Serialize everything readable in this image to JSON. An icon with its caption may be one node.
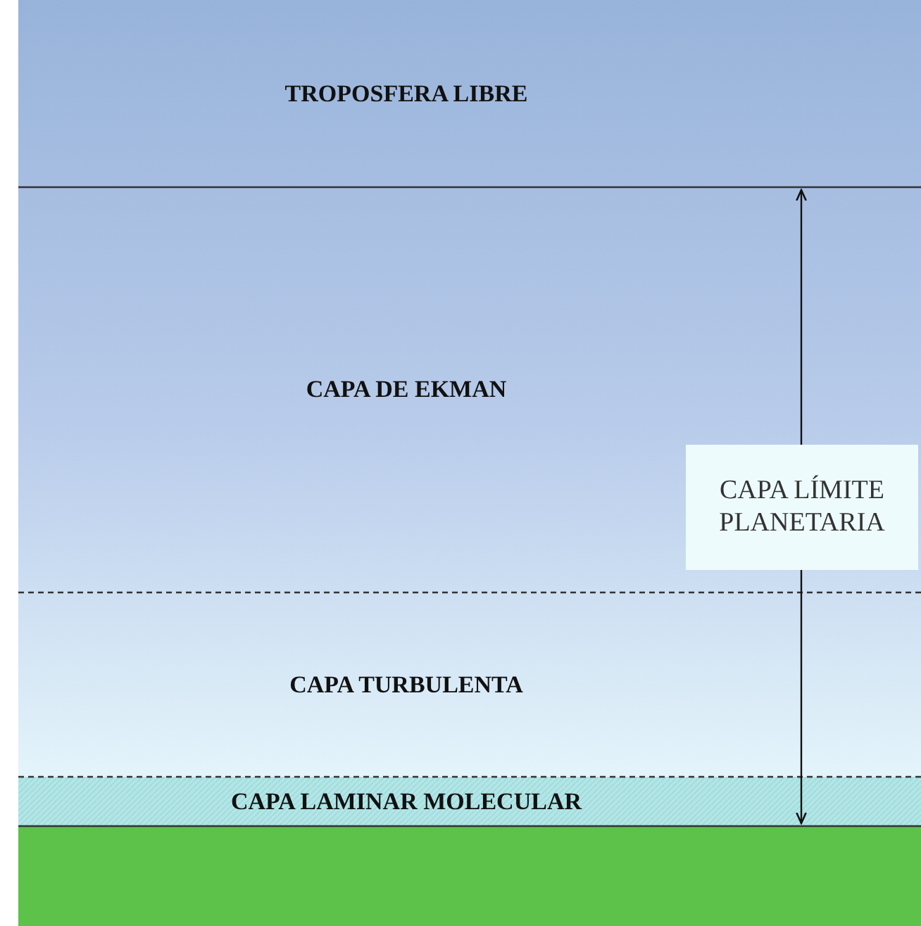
{
  "diagram": {
    "nodes": [
      {
        "text": [
          "TROPOSFERA LIBRE"
        ]
      },
      {
        "text": [
          "CAPA DE EKMAN"
        ]
      },
      {
        "text": [
          "CAPA LÍMITE PLANETARIA"
        ],
        "in": 1
      },
      {
        "text": [
          "CAPA TURBULENTA"
        ]
      },
      {
        "text": [
          "CAPA LAMINAR MOLECULAR"
        ]
      },
      {
        "text": [],
        "shape": "box"
      }
    ]
  }
}
